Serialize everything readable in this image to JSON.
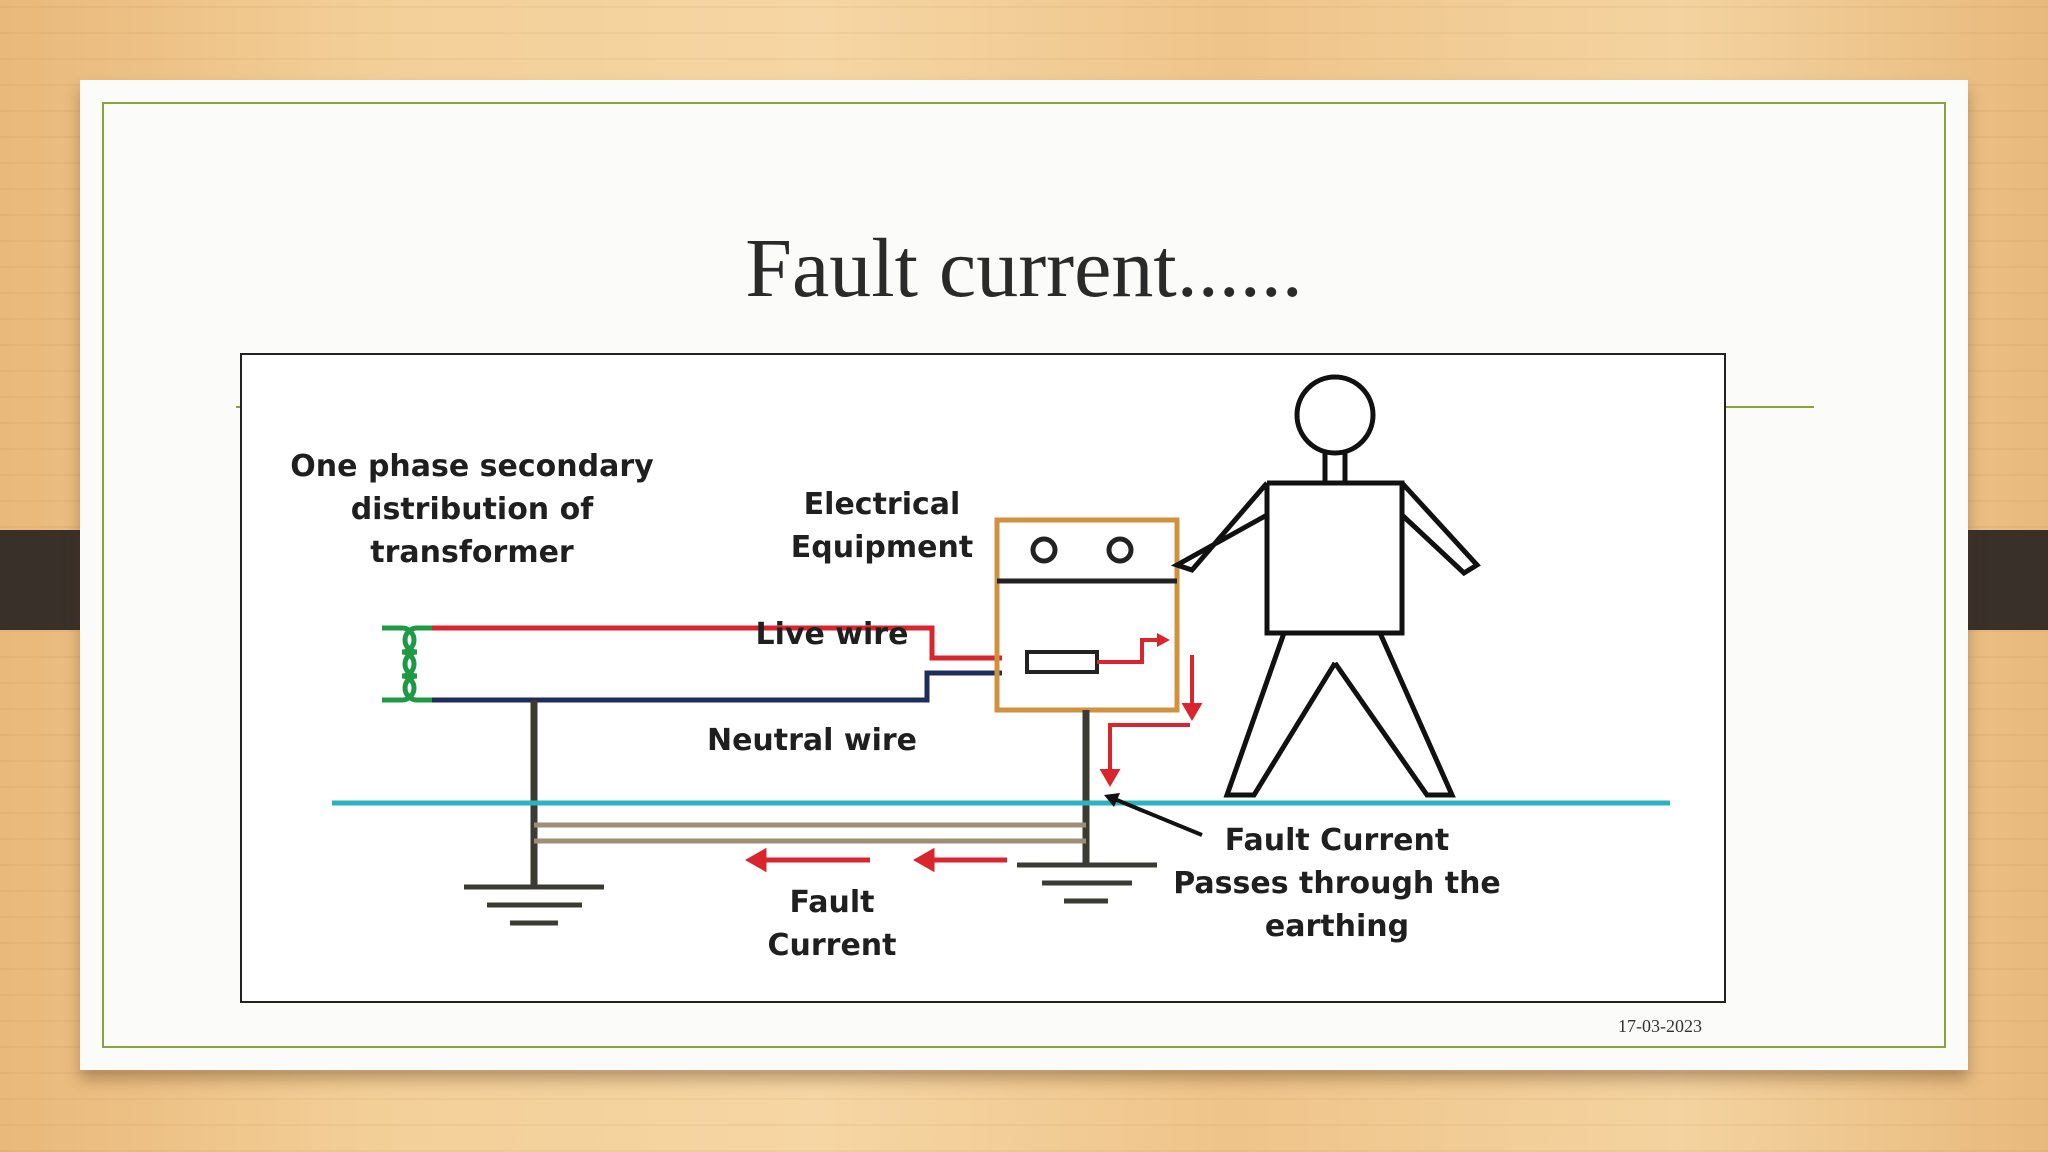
{
  "slide": {
    "title": "Fault current......",
    "date": "17-03-2023"
  },
  "diagram": {
    "labels": {
      "transformer": "One phase secondary\ndistribution of\ntransformer",
      "equipment": "Electrical\nEquipment",
      "live_wire": "Live wire",
      "neutral_wire": "Neutral wire",
      "fault_current": "Fault\nCurrent",
      "earthing_note": "Fault Current\nPasses through the\nearthing"
    },
    "colors": {
      "live": "#d9262e",
      "neutral": "#1f2d5c",
      "earth_line": "#2bb3c0",
      "coil": "#1e9a46",
      "equipment_box": "#d2913f",
      "ground_wire": "#9c8f74"
    },
    "icons": [
      "transformer-coil-icon",
      "ground-symbol-icon",
      "stick-figure-icon",
      "fault-arrow-icon"
    ]
  }
}
